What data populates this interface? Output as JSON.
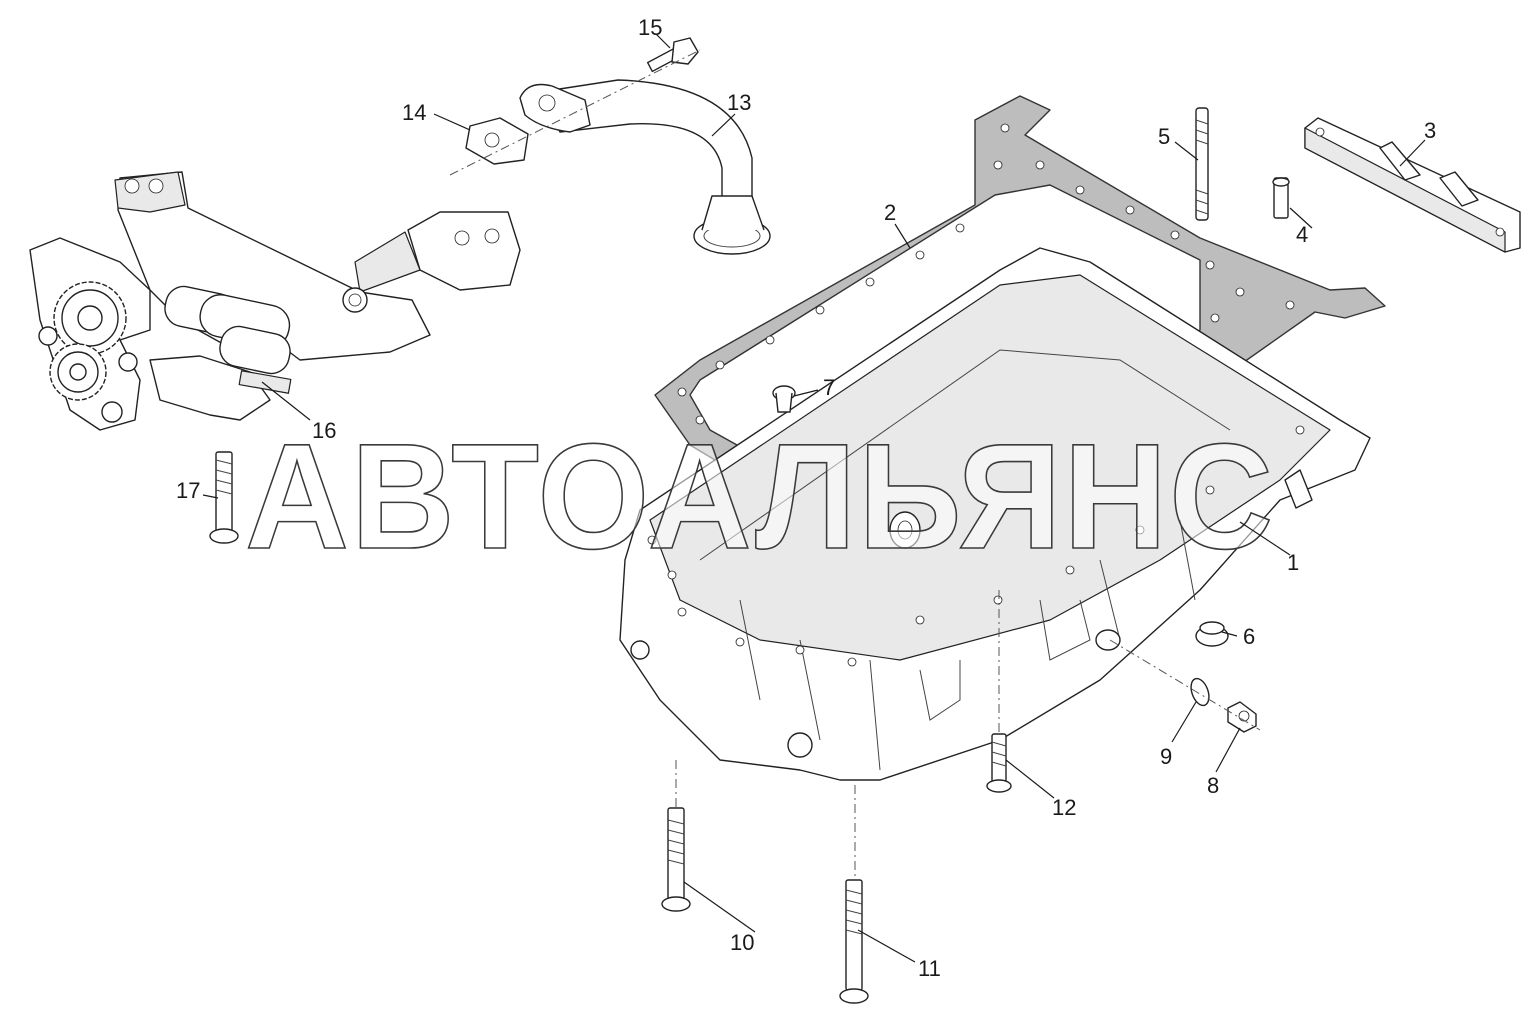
{
  "watermark": "АВТОАЛЬЯНС",
  "callouts": {
    "c1": "1",
    "c2": "2",
    "c3": "3",
    "c4": "4",
    "c5": "5",
    "c6": "6",
    "c7": "7",
    "c8": "8",
    "c9": "9",
    "c10": "10",
    "c11": "11",
    "c12": "12",
    "c13": "13",
    "c14": "14",
    "c15": "15",
    "c16": "16",
    "c17": "17"
  }
}
